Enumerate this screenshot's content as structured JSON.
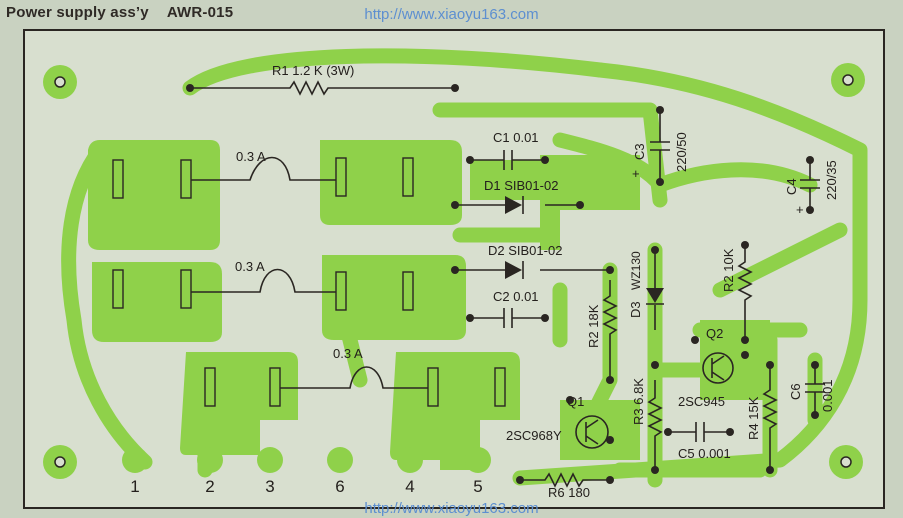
{
  "header": {
    "title": "Power supply ass’y",
    "model": "AWR-015"
  },
  "watermark": {
    "top": "http://www.xiaoyu163.com",
    "bottom": "http://www.xiaoyu163.com"
  },
  "components": {
    "r1": "R1 1.2 K (3W)",
    "c1": "C1 0.01",
    "c3_name": "C3",
    "c3_value": "220/50",
    "c4_name": "C4",
    "c4_value": "220/35",
    "d1": "D1 SIB01-02",
    "d2": "D2 SIB01-02",
    "c2": "C2 0.01",
    "d3_name": "D3",
    "d3_value": "WZ130",
    "r2_left": "R2 18K",
    "r2_right": "R2 10K",
    "q2": "Q2",
    "q1": "Q1",
    "q1_type": "2SC968Y",
    "q2_type": "2SC945",
    "r3": "R3 6.8K",
    "r4": "R4 15K",
    "c5": "C5 0.001",
    "c6_name": "C6",
    "c6_value": "0.001",
    "r6": "R6 180"
  },
  "fuses": [
    "0.3 A",
    "0.3 A",
    "0.3 A"
  ],
  "polarity": [
    "+",
    "+"
  ],
  "terminals": [
    "1",
    "2",
    "3",
    "6",
    "4",
    "5"
  ],
  "colors": {
    "copper": "#8fd14a",
    "board": "#c9d2c1",
    "ink": "#2a2622",
    "watermark": "#5d8fd0"
  }
}
